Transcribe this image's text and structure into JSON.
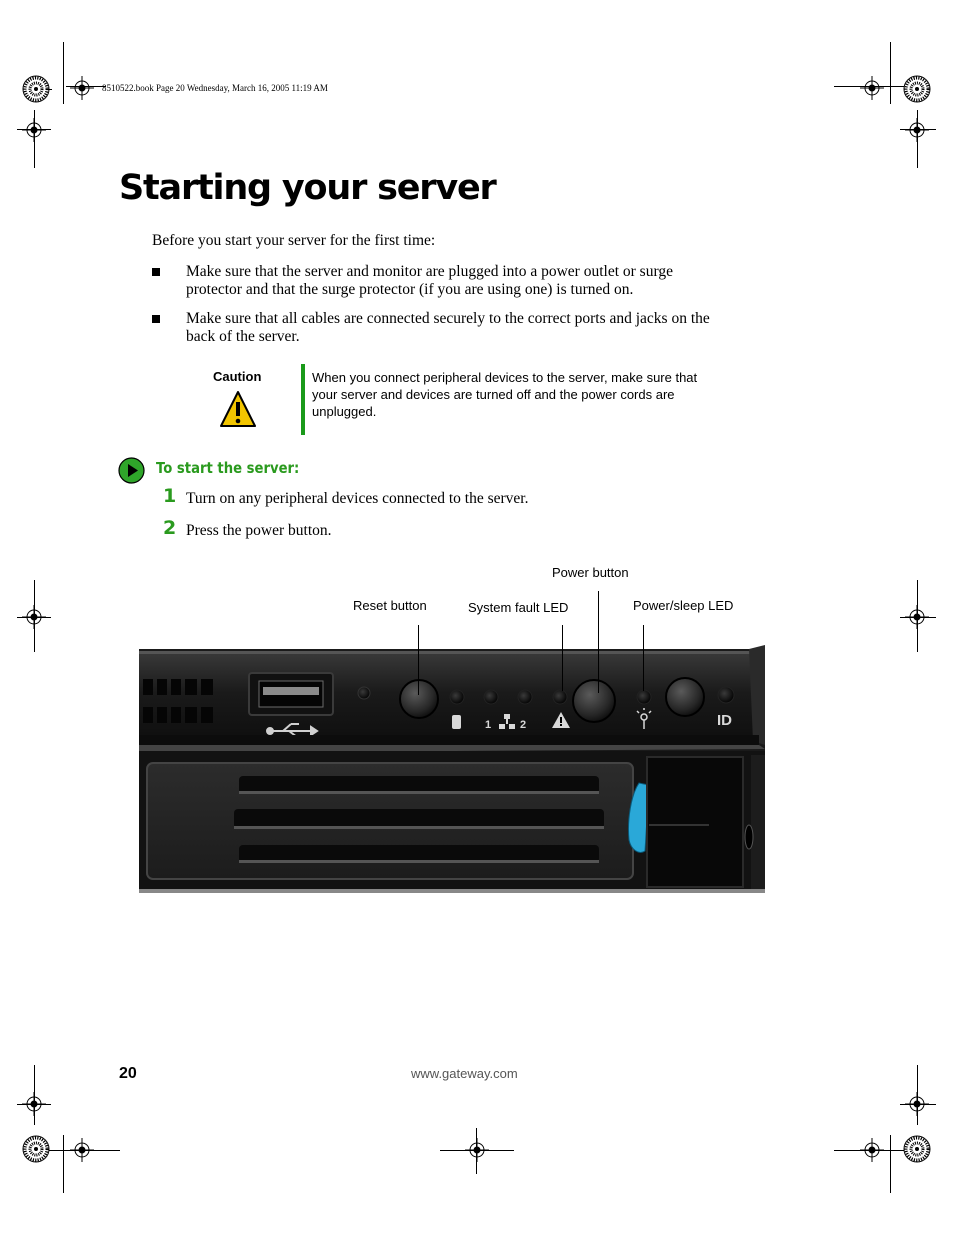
{
  "print_header": "8510522.book  Page 20  Wednesday, March 16, 2005  11:19 AM",
  "title": "Starting your server",
  "intro": "Before you start your server for the first time:",
  "bullets": [
    {
      "line1": "Make sure that the server and monitor are plugged into a power outlet or surge",
      "line2": "protector and that the surge protector (if you are using one) is turned on."
    },
    {
      "line1": "Make sure that all cables are connected securely to the correct ports and jacks on the",
      "line2": "back of the server."
    }
  ],
  "caution": {
    "label": "Caution",
    "lines": [
      "When you connect peripheral devices to the server, make sure that",
      "your server and devices are turned off and the power cords are",
      "unplugged."
    ]
  },
  "procedure": {
    "title": "To start the server:",
    "steps": [
      {
        "num": "1",
        "text": "Turn on any peripheral devices connected to the server."
      },
      {
        "num": "2",
        "text": "Press the power button."
      }
    ]
  },
  "callouts": {
    "power_button": "Power button",
    "reset_button": "Reset button",
    "system_fault_led": "System fault LED",
    "power_sleep_led": "Power/sleep LED"
  },
  "panel_labels": {
    "nic1": "1",
    "nic2": "2",
    "id": "ID"
  },
  "colors": {
    "green": "#2a9a1e",
    "caution_yellow": "#f2c500",
    "led_blue": "#2aa8d8"
  },
  "footer": {
    "page_number": "20",
    "url": "www.gateway.com"
  },
  "icons": [
    "registration-mark-icon",
    "caution-triangle-icon",
    "green-arrow-icon",
    "usb-icon",
    "hdd-icon",
    "network-icon",
    "warning-icon",
    "power-sleep-icon"
  ]
}
